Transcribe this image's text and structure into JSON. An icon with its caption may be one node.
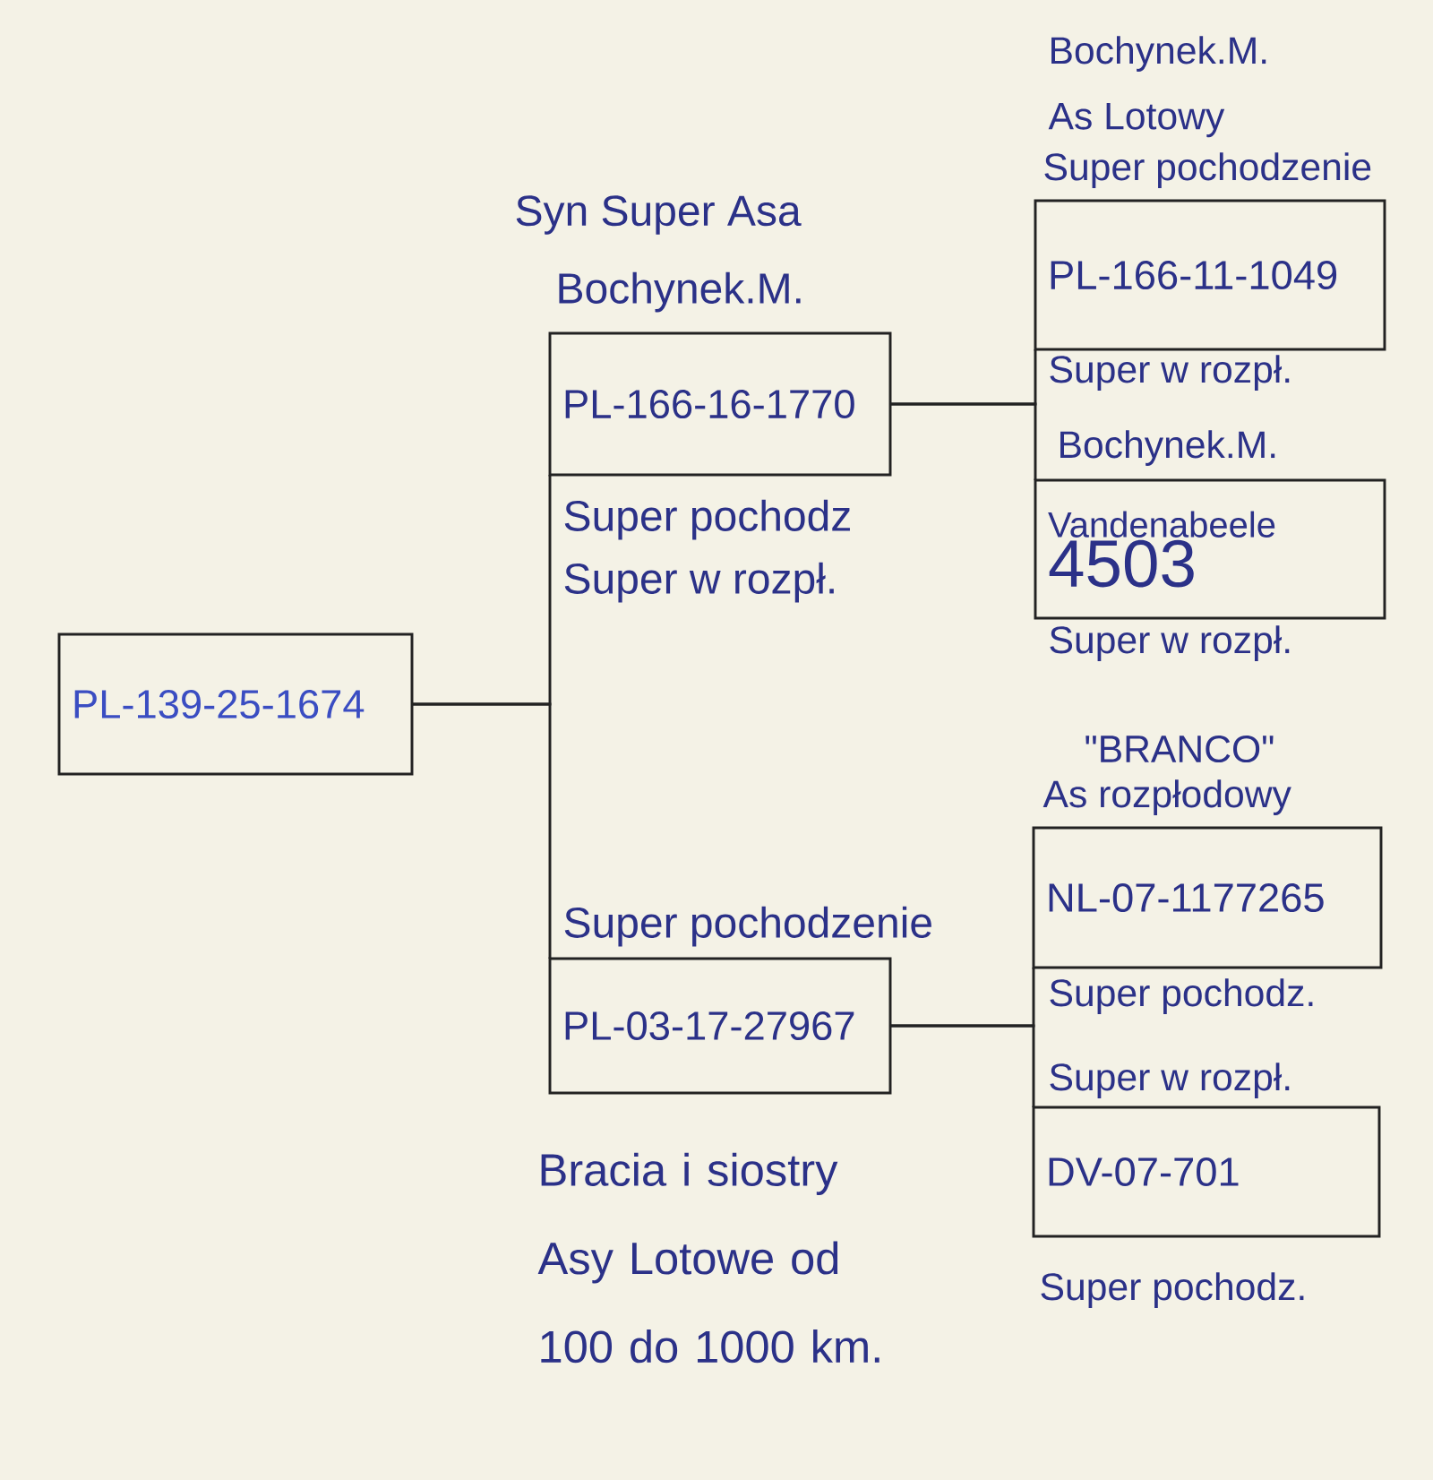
{
  "diagram": {
    "nodes": [
      {
        "text": [
          "PL-139-25-1674"
        ]
      },
      {
        "text": [
          "Syn Super Asa",
          "Bochynek.M.",
          "PL-166-16-1770"
        ],
        "beside": [
          "Super pochodz",
          "Super w rozpł."
        ]
      },
      {
        "text": [
          "Bochynek.M.",
          "As Lotowy",
          "Super pochodzenie",
          "PL-166-11-1049"
        ],
        "beside": [
          "Super w rozpł."
        ]
      },
      {
        "text": [
          "Bochynek.M.",
          "Vandenabeele",
          "4503"
        ],
        "beside": [
          "Super w rozpł."
        ]
      },
      {
        "text": [
          "Super pochodzenie",
          "PL-03-17-27967"
        ],
        "beside": [
          "Bracia i siostry Asy Lotowe od 100 do 1000 km."
        ]
      },
      {
        "text": [
          "\"BRANCO\"",
          "As rozpłodowy",
          "NL-07-1177265"
        ],
        "beside": [
          "Super pochodz."
        ]
      },
      {
        "text": [
          "Super w rozpł.",
          "DV-07-701"
        ],
        "beside": [
          "Super pochodz."
        ]
      }
    ],
    "edges": [
      {
        "from": 0,
        "to": 1,
        "arrow": "none"
      },
      {
        "from": 0,
        "to": 4,
        "arrow": "none"
      },
      {
        "from": 1,
        "to": 2,
        "arrow": "none"
      },
      {
        "from": 1,
        "to": 3,
        "arrow": "none"
      },
      {
        "from": 4,
        "to": 5,
        "arrow": "none"
      },
      {
        "from": 4,
        "to": 6,
        "arrow": "none"
      }
    ]
  }
}
